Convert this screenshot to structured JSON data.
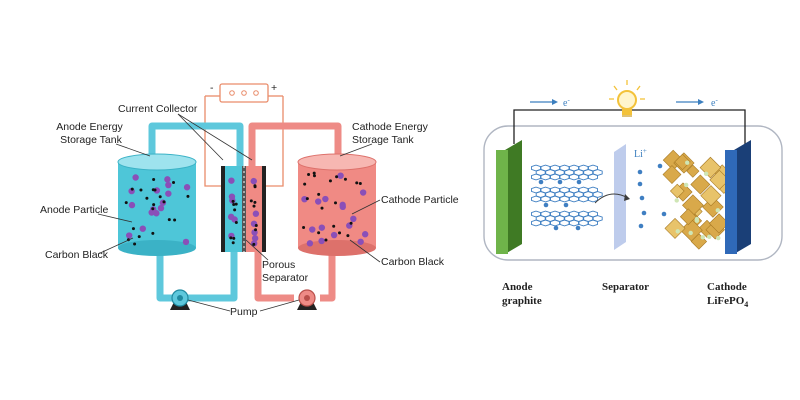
{
  "left_diagram": {
    "power_source": {
      "minus": "-",
      "plus": "+"
    },
    "labels": {
      "current_collector": "Current Collector",
      "anode_tank": [
        "Anode Energy",
        "Storage Tank"
      ],
      "cathode_tank": [
        "Cathode Energy",
        "Storage Tank"
      ],
      "anode_particle": "Anode Particle",
      "cathode_particle": "Cathode Particle",
      "carbon_black_left": "Carbon Black",
      "carbon_black_right": "Carbon Black",
      "porous_separator": [
        "Porous",
        "Separator"
      ],
      "pump": "Pump"
    },
    "colors": {
      "anode": "#4ec6d8",
      "anode_pipe": "#5ec8dc",
      "cathode": "#f08a84",
      "cathode_pipe": "#ee8b86",
      "particle": "#8a4fb8",
      "carbon": "#111111",
      "wire": "#e98c6a"
    }
  },
  "right_diagram": {
    "electron_left": "e",
    "electron_right": "e",
    "electron_sup": "-",
    "lithium": "Li",
    "lithium_sup": "+",
    "anode": [
      "Anode",
      "graphite"
    ],
    "separator": "Separator",
    "cathode": [
      "Cathode",
      "LiFePO"
    ],
    "cathode_subscript": "4",
    "colors": {
      "anode_plate": "#5a9a3a",
      "cathode_plate": "#2a5fa8",
      "separator": "#b7c7ea",
      "graphene": "#3f7fc2",
      "crystal": "#d9a94a",
      "arrow": "#3c7fbf",
      "bulb": "#f3c23a"
    }
  }
}
